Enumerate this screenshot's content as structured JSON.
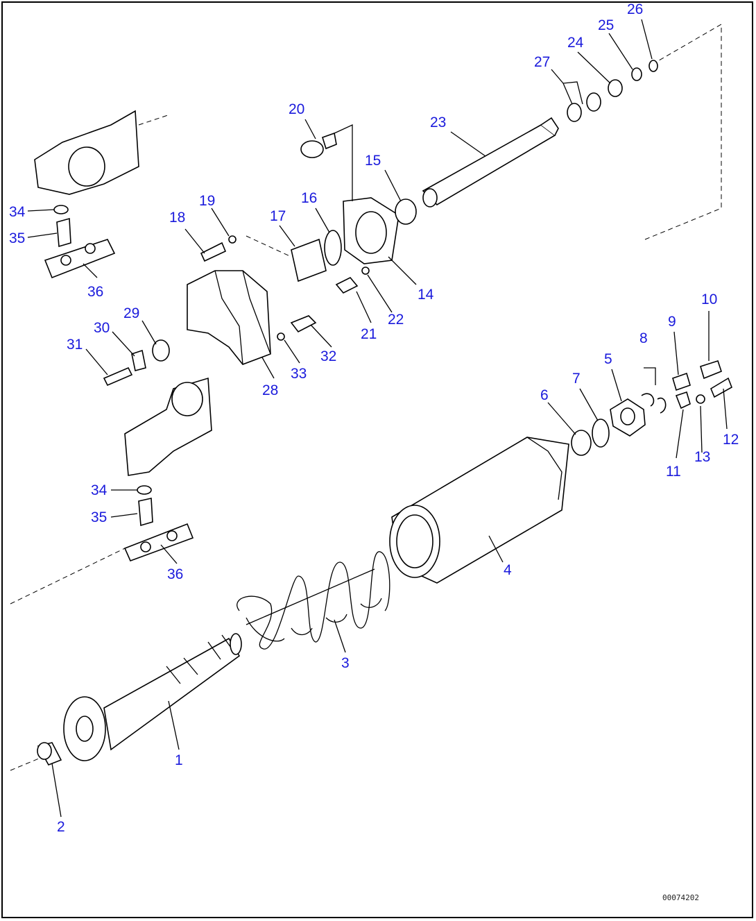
{
  "diagram": {
    "callouts": {
      "p1": "1",
      "p2": "2",
      "p3": "3",
      "p4": "4",
      "p5": "5",
      "p6": "6",
      "p7": "7",
      "p8": "8",
      "p9": "9",
      "p10": "10",
      "p11": "11",
      "p12": "12",
      "p13": "13",
      "p14": "14",
      "p15": "15",
      "p16": "16",
      "p17": "17",
      "p18": "18",
      "p19": "19",
      "p20": "20",
      "p21": "21",
      "p22": "22",
      "p23": "23",
      "p24": "24",
      "p25": "25",
      "p26": "26",
      "p27": "27",
      "p28": "28",
      "p29": "29",
      "p30": "30",
      "p31": "31",
      "p32": "32",
      "p33": "33",
      "p34a": "34",
      "p35a": "35",
      "p36a": "36",
      "p34b": "34",
      "p35b": "35",
      "p36b": "36"
    },
    "drawing_code": "00074202"
  },
  "colors": {
    "callout": "#1a1adc",
    "line": "#000000",
    "background": "#ffffff"
  }
}
